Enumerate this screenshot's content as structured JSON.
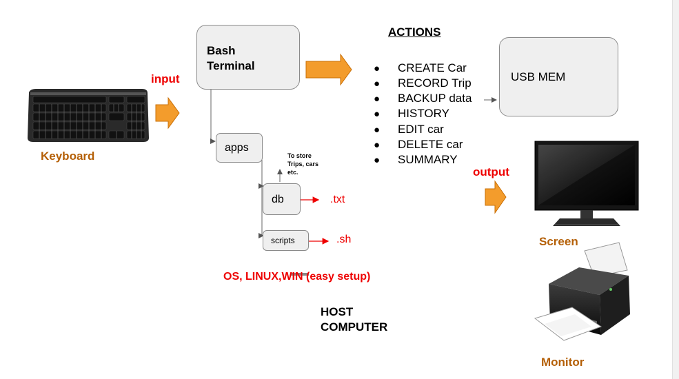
{
  "labels": {
    "input": "input",
    "output": "output",
    "keyboard": "Keyboard",
    "screen": "Screen",
    "monitor": "Monitor",
    "os": "OS, LINUX,WIN (easy setup)",
    "host_line1": "HOST",
    "host_line2": "COMPUTER",
    "store_note_line1": "To store",
    "store_note_line2": "Trips, cars",
    "store_note_line3": "etc.",
    "txt": ".txt",
    "sh": ".sh"
  },
  "boxes": {
    "bash_line1": "Bash",
    "bash_line2": "Terminal",
    "apps": "apps",
    "db": "db",
    "scripts": "scripts",
    "usb": "USB MEM"
  },
  "actions": {
    "title": "ACTIONS",
    "bullet": "●",
    "items": [
      "CREATE Car",
      "RECORD Trip",
      "BACKUP data",
      "HISTORY",
      "EDIT car",
      "DELETE car",
      "SUMMARY"
    ]
  },
  "colors": {
    "red": "#ee0000",
    "brown": "#b45f06",
    "orange_arrow": "#f39c2c",
    "box_fill": "#efefef"
  }
}
